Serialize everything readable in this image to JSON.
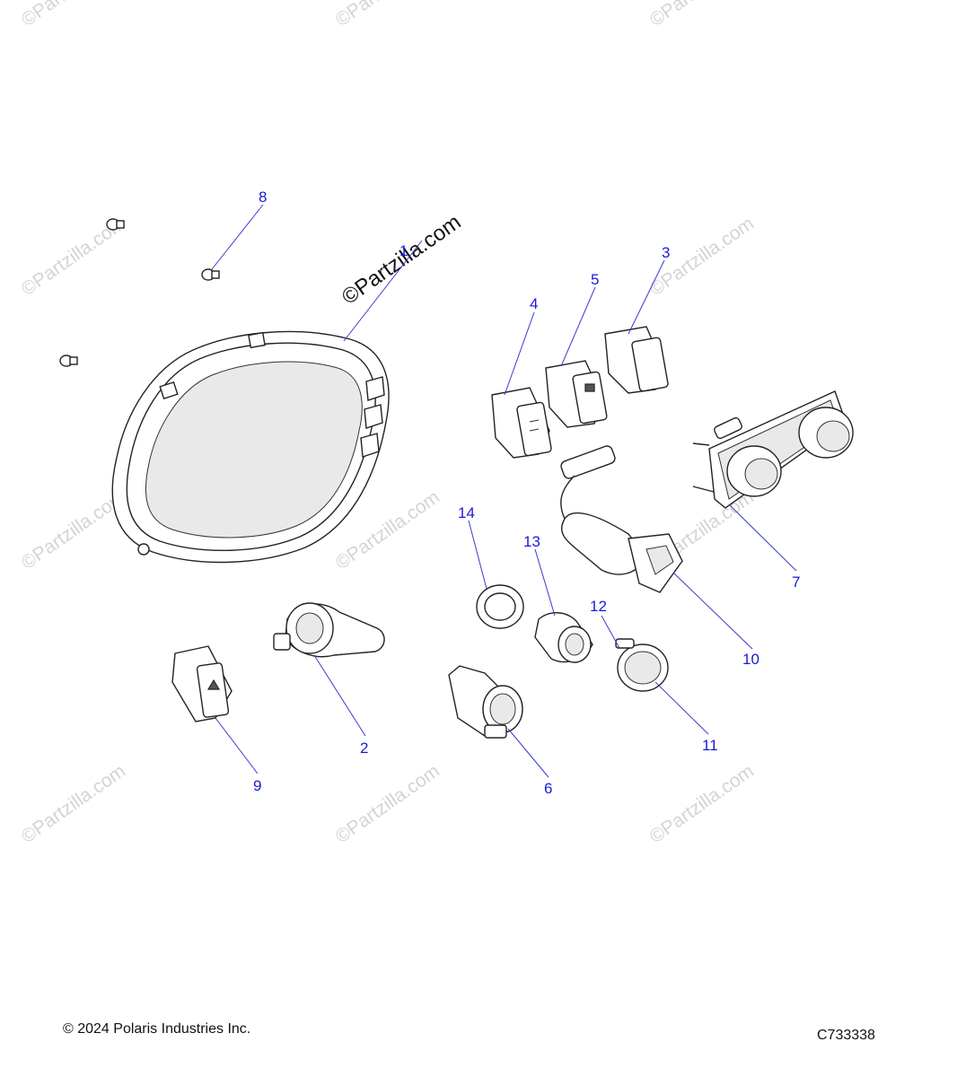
{
  "watermark": {
    "text": "©Partzilla.com",
    "main_text": "©Partzilla.com"
  },
  "callouts": {
    "c1": "1",
    "c2": "2",
    "c3": "3",
    "c4": "4",
    "c5": "5",
    "c6": "6",
    "c7": "7",
    "c8": "8",
    "c9": "9",
    "c10": "10",
    "c11": "11",
    "c12": "12",
    "c13": "13",
    "c14": "14"
  },
  "footer": {
    "copyright": "© 2024 Polaris Industries Inc.",
    "diagram_id": "C733338"
  },
  "colors": {
    "callout": "#1a1ad6",
    "leader": "#3a3acc",
    "watermark": "#d4d4d4"
  }
}
